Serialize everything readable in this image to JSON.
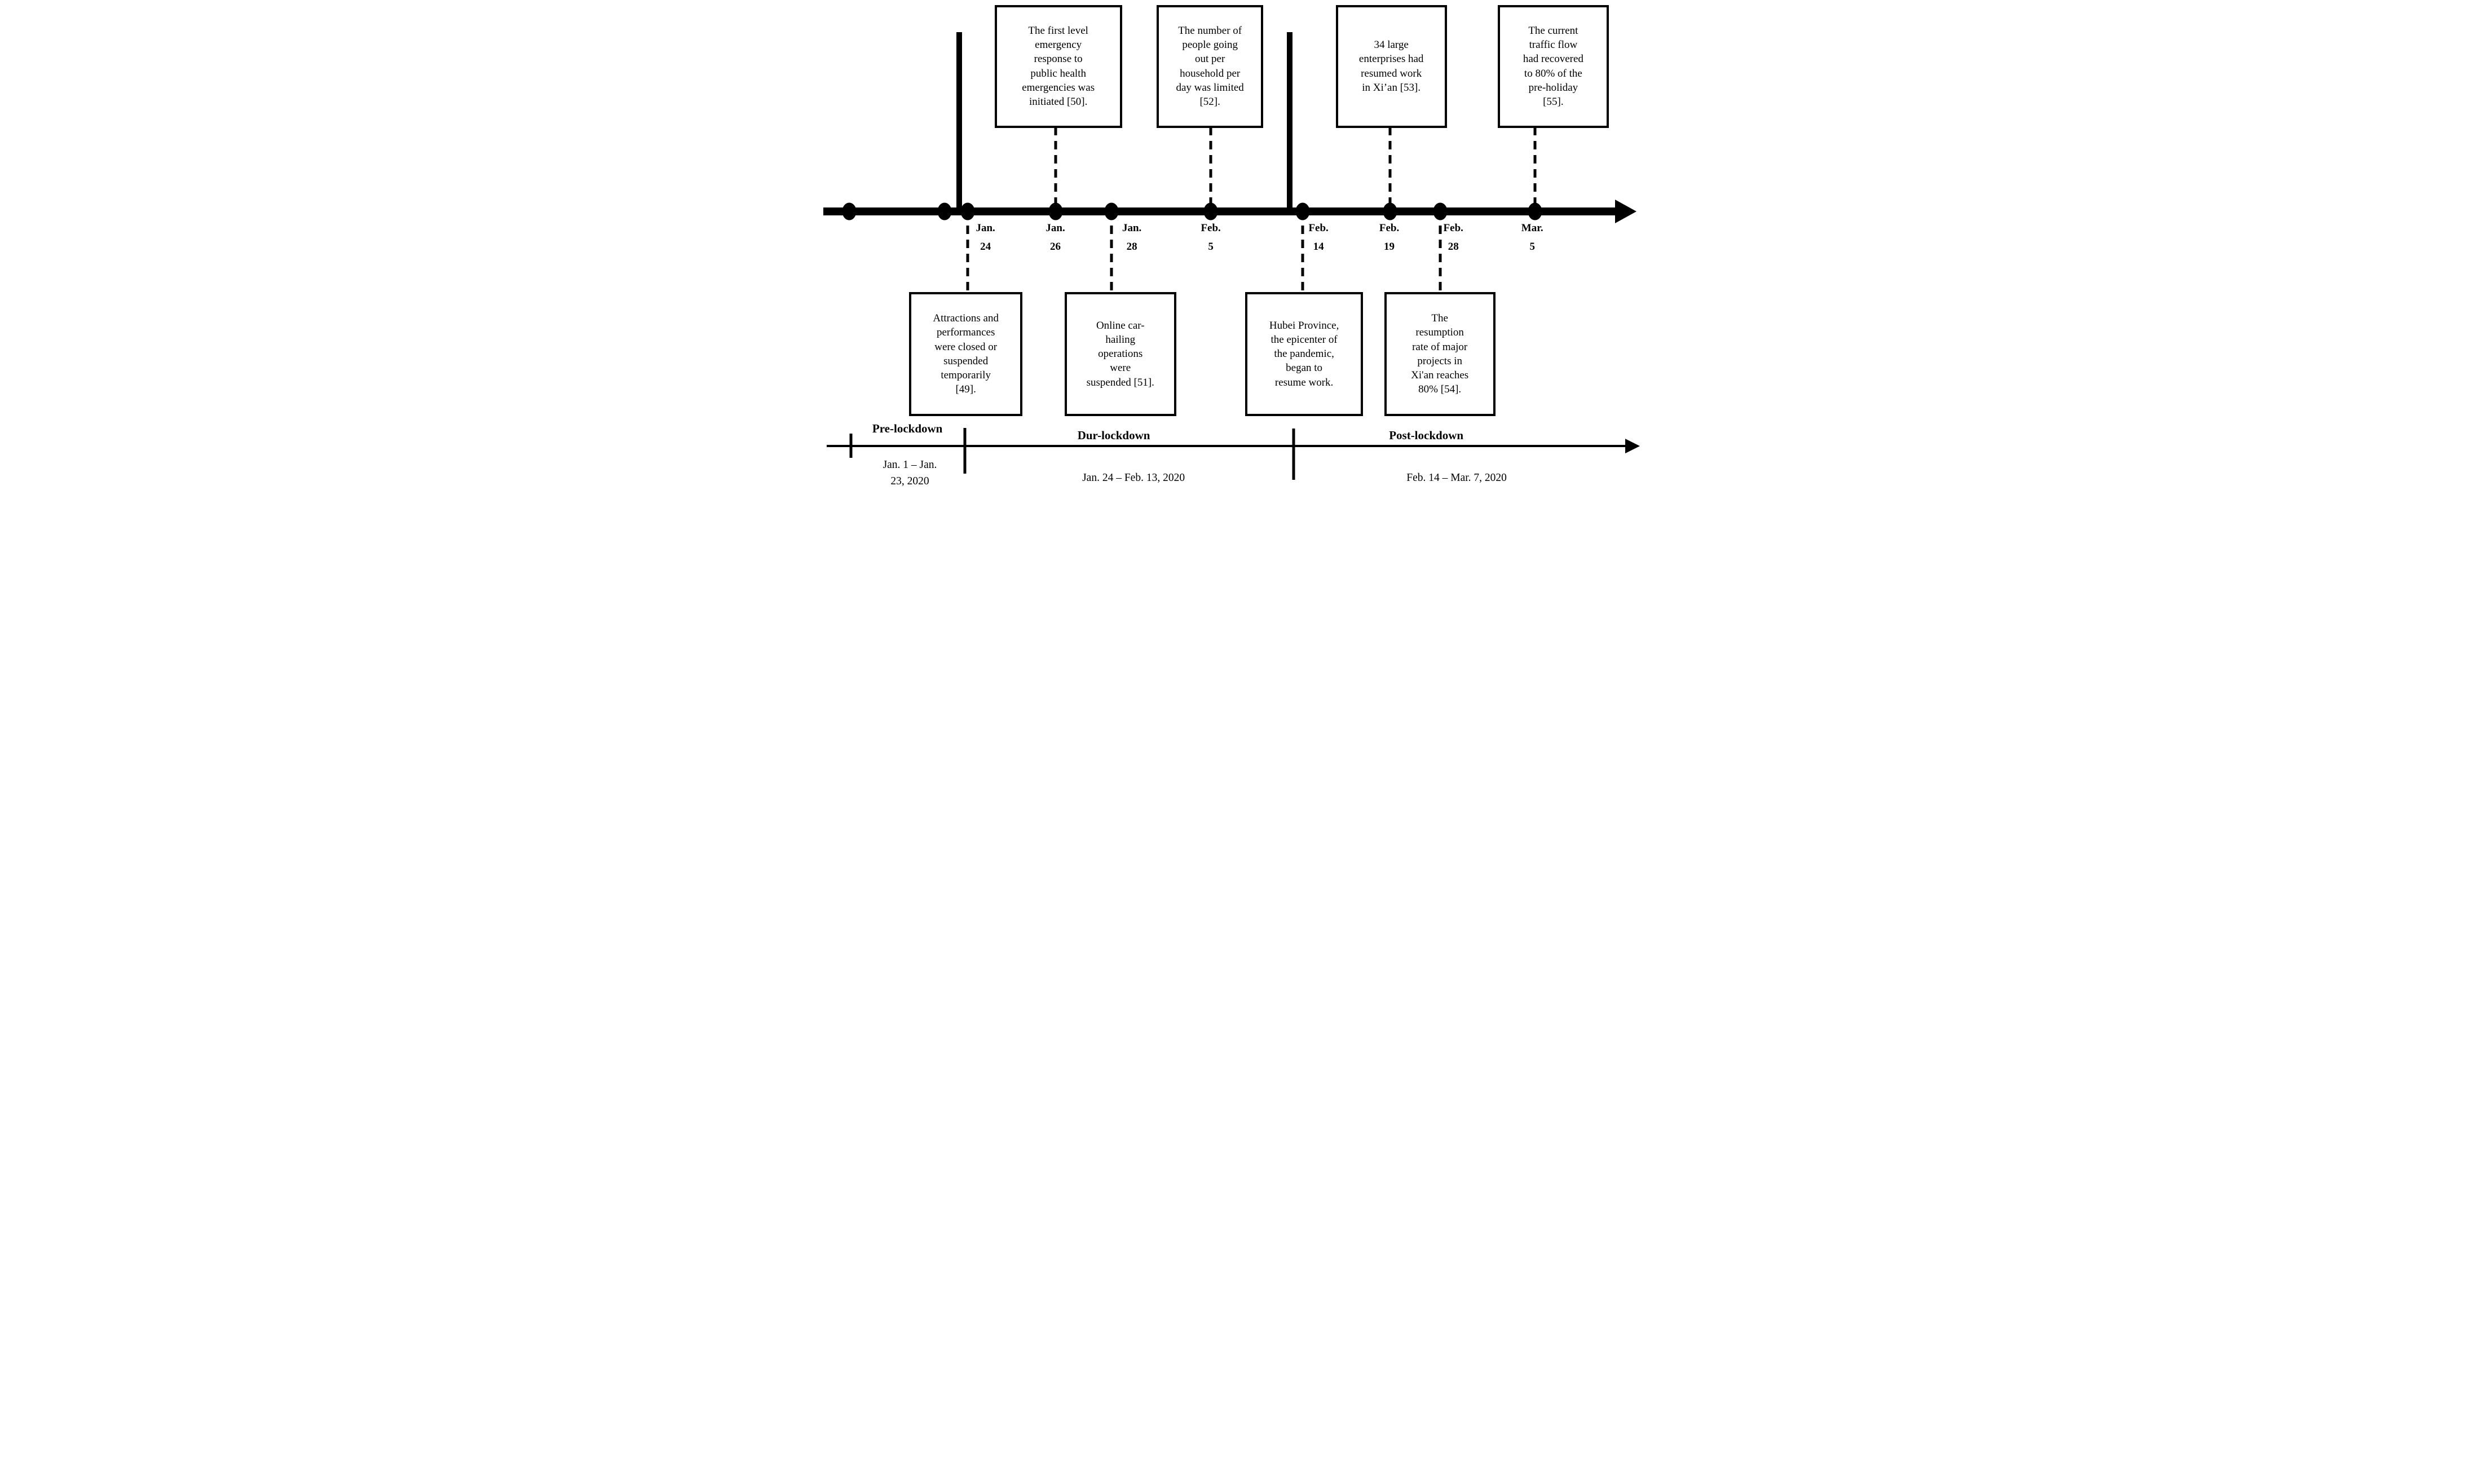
{
  "timeline": {
    "colors": {
      "ink": "#000000",
      "background": "#ffffff"
    },
    "axis_dates": [
      {
        "line1": "Jan.",
        "line2": "24"
      },
      {
        "line1": "Jan.",
        "line2": "26"
      },
      {
        "line1": "Jan.",
        "line2": "28"
      },
      {
        "line1": "Feb.",
        "line2": "5"
      },
      {
        "line1": "Feb.",
        "line2": "14"
      },
      {
        "line1": "Feb.",
        "line2": "19"
      },
      {
        "line1": "Feb.",
        "line2": "28"
      },
      {
        "line1": "Mar.",
        "line2": "5"
      }
    ],
    "events_above": [
      {
        "date": "Jan. 26",
        "text": "The first level\nemergency\nresponse to\npublic health\nemergencies was\ninitiated [50]."
      },
      {
        "date": "Feb. 5",
        "text": "The number of\npeople going\nout per\nhousehold per\nday was limited\n[52]."
      },
      {
        "date": "Feb. 19",
        "text": "34 large\nenterprises had\nresumed work\nin Xi’an [53]."
      },
      {
        "date": "Mar. 5",
        "text": "The current\ntraffic flow\nhad recovered\nto 80% of the\npre-holiday\n[55]."
      }
    ],
    "events_below": [
      {
        "date": "Jan. 24",
        "text": "Attractions and\nperformances\nwere closed or\nsuspended\ntemporarily\n[49]."
      },
      {
        "date": "Jan. 28",
        "text": "Online car-\nhailing\noperations\nwere\nsuspended [51]."
      },
      {
        "date": "Feb. 14",
        "text": "Hubei Province,\nthe epicenter of\nthe pandemic,\nbegan to\nresume work."
      },
      {
        "date": "Feb. 28",
        "text": "The\nresumption\nrate of major\nprojects in\nXi'an reaches\n80% [54]."
      }
    ],
    "phases": [
      {
        "label": "Pre-lockdown",
        "range": "Jan. 1 – Jan.\n23, 2020"
      },
      {
        "label": "Dur-lockdown",
        "range": "Jan. 24 – Feb. 13, 2020"
      },
      {
        "label": "Post-lockdown",
        "range": "Feb. 14 – Mar. 7, 2020"
      }
    ]
  }
}
